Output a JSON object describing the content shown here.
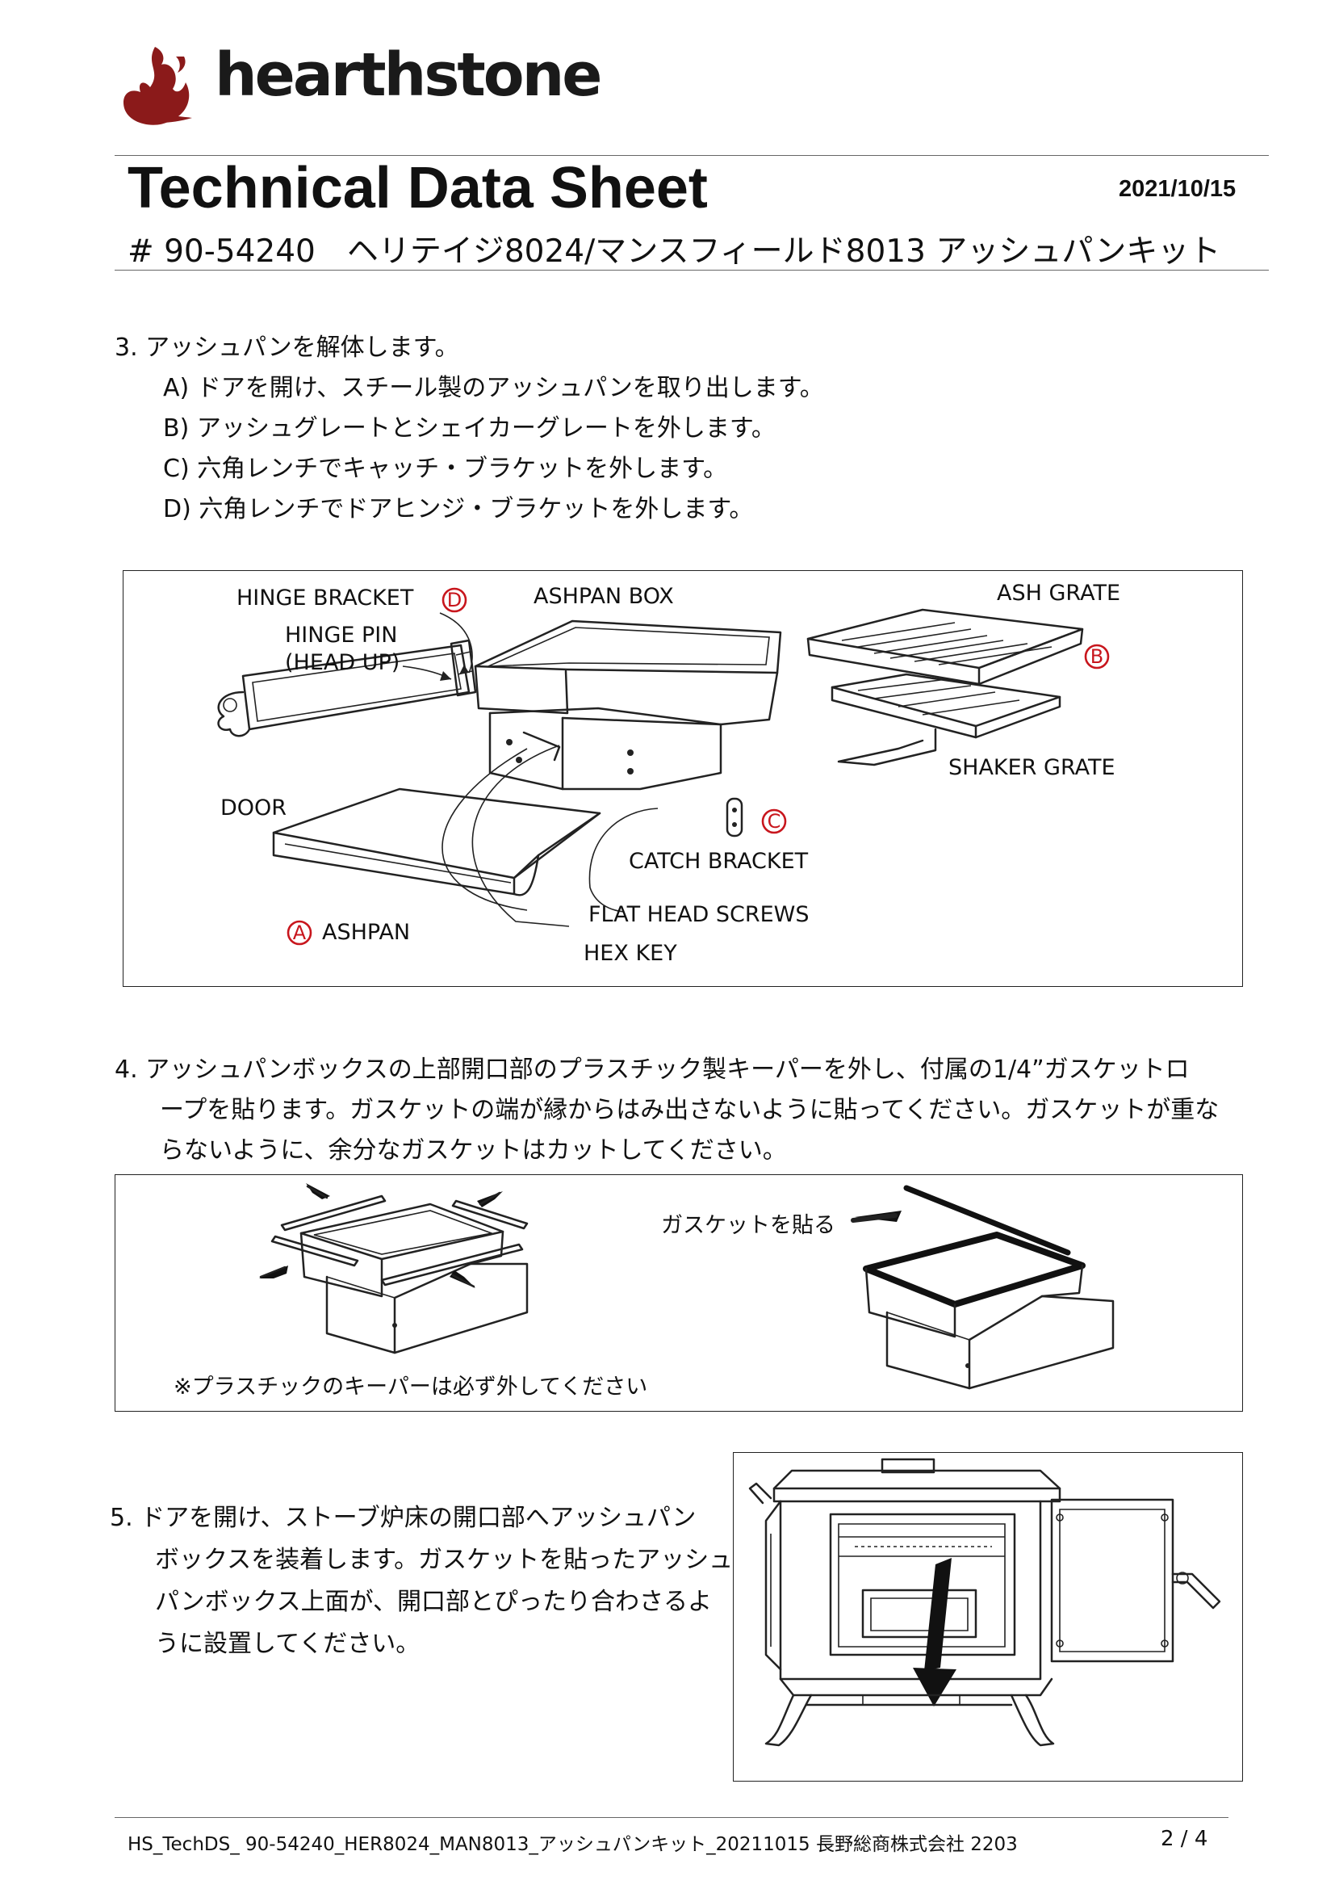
{
  "header": {
    "brand": "hearthstone",
    "title": "Technical Data Sheet",
    "date": "2021/10/15",
    "subtitle": "# 90-54240　ヘリテイジ8024/マンスフィールド8013  アッシュパンキット"
  },
  "step3": {
    "heading": "3.  アッシュパンを解体します。",
    "items": [
      "A)  ドアを開け、スチール製のアッシュパンを取り出します。",
      "B)  アッシュグレートとシェイカーグレートを外します。",
      "C)  六角レンチでキャッチ・ブラケットを外します。",
      "D)  六角レンチでドアヒンジ・ブラケットを外します。"
    ]
  },
  "figure1": {
    "labels": {
      "hinge_bracket": "HINGE BRACKET",
      "hinge_pin_1": "HINGE PIN",
      "hinge_pin_2": "(HEAD UP)",
      "ashpan_box": "ASHPAN BOX",
      "ash_grate": "ASH GRATE",
      "shaker_grate": "SHAKER GRATE",
      "door": "DOOR",
      "catch_bracket": "CATCH BRACKET",
      "flat_head_screws": "FLAT HEAD SCREWS",
      "ashpan": "ASHPAN",
      "hex_key": "HEX KEY"
    },
    "markers": {
      "a": "A",
      "b": "B",
      "c": "C",
      "d": "D"
    },
    "marker_color": "#c8161d"
  },
  "step4": {
    "lines": [
      "4.  アッシュパンボックスの上部開口部のプラスチック製キーパーを外し、付属の1/4”ガスケットロ",
      "ープを貼ります。ガスケットの端が縁からはみ出さないように貼ってください。ガスケットが重な",
      "らないように、余分なガスケットはカットしてください。"
    ]
  },
  "figure2": {
    "gasket_label": "ガスケットを貼る",
    "note": "※プラスチックのキーパーは必ず外してください"
  },
  "step5": {
    "lines": [
      "5.  ドアを開け、ストーブ炉床の開口部へアッシュパン",
      "ボックスを装着します。ガスケットを貼ったアッシュ",
      "パンボックス上面が、開口部とぴったり合わさるよ",
      "うに設置してください。"
    ]
  },
  "footer": {
    "filename": "HS_TechDS_ 90-54240_HER8024_MAN8013_アッシュパンキット_20211015  長野総商株式会社  2203",
    "page": "2  /  4"
  }
}
